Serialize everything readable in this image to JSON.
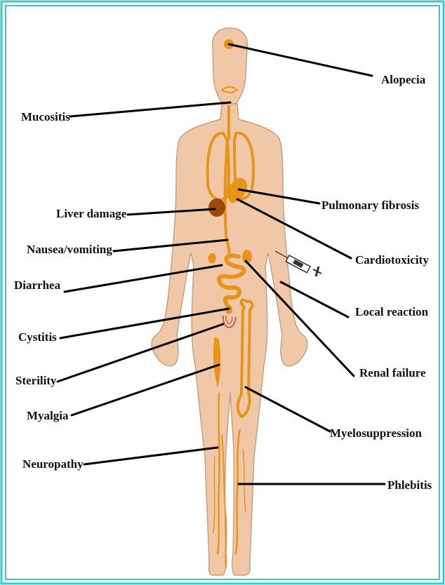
{
  "labels": {
    "alopecia": "Alopecia",
    "mucositis": "Mucositis",
    "liver_damage": "Liver damage",
    "pulmonary_fibrosis": "Pulmonary fibrosis",
    "nausea_vomiting": "Nausea/vomiting",
    "cardiotoxicity": "Cardiotoxicity",
    "diarrhea": "Diarrhea",
    "local_reaction": "Local reaction",
    "cystitis": "Cystitis",
    "renal_failure": "Renal failure",
    "sterility": "Sterility",
    "myalgia": "Myalgia",
    "myelosuppression": "Myelosuppression",
    "neuropathy": "Neuropathy",
    "phlebitis": "Phlebitis"
  },
  "colors": {
    "border": "#3cc8c8",
    "skin": "#f0c8a8",
    "skin_outline": "#c8a080",
    "organ": "#e8931a",
    "liver": "#9a4a0a",
    "bladder": "#c06060",
    "leader": "#000000"
  }
}
